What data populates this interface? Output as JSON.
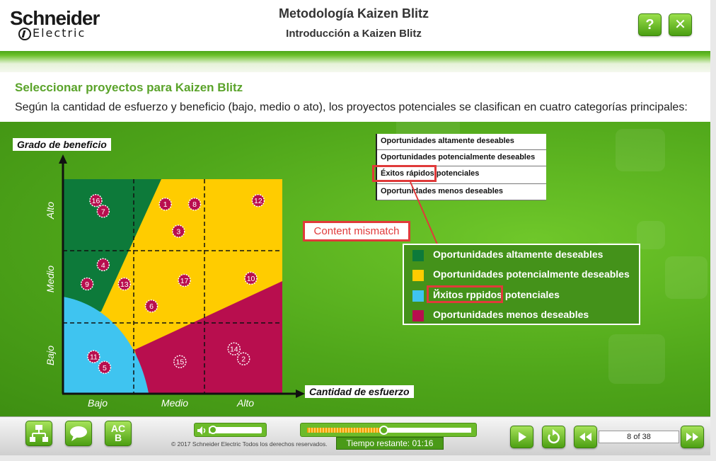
{
  "header": {
    "logo_name": "Schneider",
    "logo_sub": "Electric",
    "title": "Metodología Kaizen Blitz",
    "subtitle": "Introducción a Kaizen Blitz",
    "help_label": "?",
    "close_label": "✕"
  },
  "intro": {
    "heading": "Seleccionar proyectos para Kaizen Blitz",
    "text": "Según la cantidad de esfuerzo y beneficio (bajo, medio o ato), los proyectos potenciales se clasifican en cuatro categorías principales:"
  },
  "chart": {
    "y_axis_label": "Grado de beneficio",
    "x_axis_label": "Cantidad de esfuerzo",
    "y_ticks": [
      "Alto",
      "Medio",
      "Bajo"
    ],
    "x_ticks": [
      "Bajo",
      "Medio",
      "Alto"
    ]
  },
  "chart_data": {
    "type": "scatter",
    "title": "",
    "xlabel": "Cantidad de esfuerzo",
    "ylabel": "Grado de beneficio",
    "x_categories": [
      "Bajo",
      "Medio",
      "Alto"
    ],
    "y_categories": [
      "Bajo",
      "Medio",
      "Alto"
    ],
    "regions": [
      {
        "name": "Oportunidades altamente deseables",
        "color": "#0d7a3a"
      },
      {
        "name": "Oportunidades potencialmente deseables",
        "color": "#ffcc00"
      },
      {
        "name": "Éxitos rápidos potenciales",
        "color": "#3fc4f0"
      },
      {
        "name": "Oportunidades menos deseables",
        "color": "#b80e4e"
      }
    ],
    "points": [
      {
        "label": "16",
        "x": 0.45,
        "y": 2.7
      },
      {
        "label": "7",
        "x": 0.55,
        "y": 2.55
      },
      {
        "label": "1",
        "x": 1.4,
        "y": 2.65
      },
      {
        "label": "8",
        "x": 1.8,
        "y": 2.65
      },
      {
        "label": "12",
        "x": 2.67,
        "y": 2.7
      },
      {
        "label": "3",
        "x": 1.58,
        "y": 2.27
      },
      {
        "label": "4",
        "x": 0.55,
        "y": 1.8
      },
      {
        "label": "9",
        "x": 0.33,
        "y": 1.53
      },
      {
        "label": "13",
        "x": 0.84,
        "y": 1.53
      },
      {
        "label": "17",
        "x": 1.66,
        "y": 1.58
      },
      {
        "label": "10",
        "x": 2.57,
        "y": 1.61
      },
      {
        "label": "6",
        "x": 1.21,
        "y": 1.22
      },
      {
        "label": "11",
        "x": 0.42,
        "y": 0.51
      },
      {
        "label": "5",
        "x": 0.57,
        "y": 0.36
      },
      {
        "label": "15",
        "x": 1.6,
        "y": 0.44
      },
      {
        "label": "14",
        "x": 2.34,
        "y": 0.62
      },
      {
        "label": "2",
        "x": 2.47,
        "y": 0.48
      }
    ]
  },
  "table": {
    "rows": [
      "Oportunidades altamente deseables",
      "Oportunidades potencialmente deseables",
      "Éxitos rápidos potenciales",
      "Oportunidades menos deseables"
    ]
  },
  "annotation": {
    "label": "Content mismatch",
    "color": "#e03a3a"
  },
  "legend": {
    "items": [
      {
        "label": "Oportunidades altamente deseables",
        "color": "#0d7a3a"
      },
      {
        "label": "Oportunidades potencialmente deseables",
        "color": "#ffcc00"
      },
      {
        "label": "Йxitos rрpidos potenciales",
        "color": "#3fc4f0"
      },
      {
        "label": "Oportunidades menos deseables",
        "color": "#b80e4e"
      }
    ]
  },
  "footer": {
    "copyright": "© 2017 Schneider Electric Todos los derechos reservados.",
    "timer": "Tiempo restante:  01:16",
    "page": "8 of 38",
    "glossary_label": "AC\nB",
    "progress_fraction": 0.47,
    "volume_fraction": 0.05
  },
  "colors": {
    "accent_green": "#5aa32a",
    "heading_green": "#5aa32a",
    "alert_red": "#e03a3a"
  }
}
